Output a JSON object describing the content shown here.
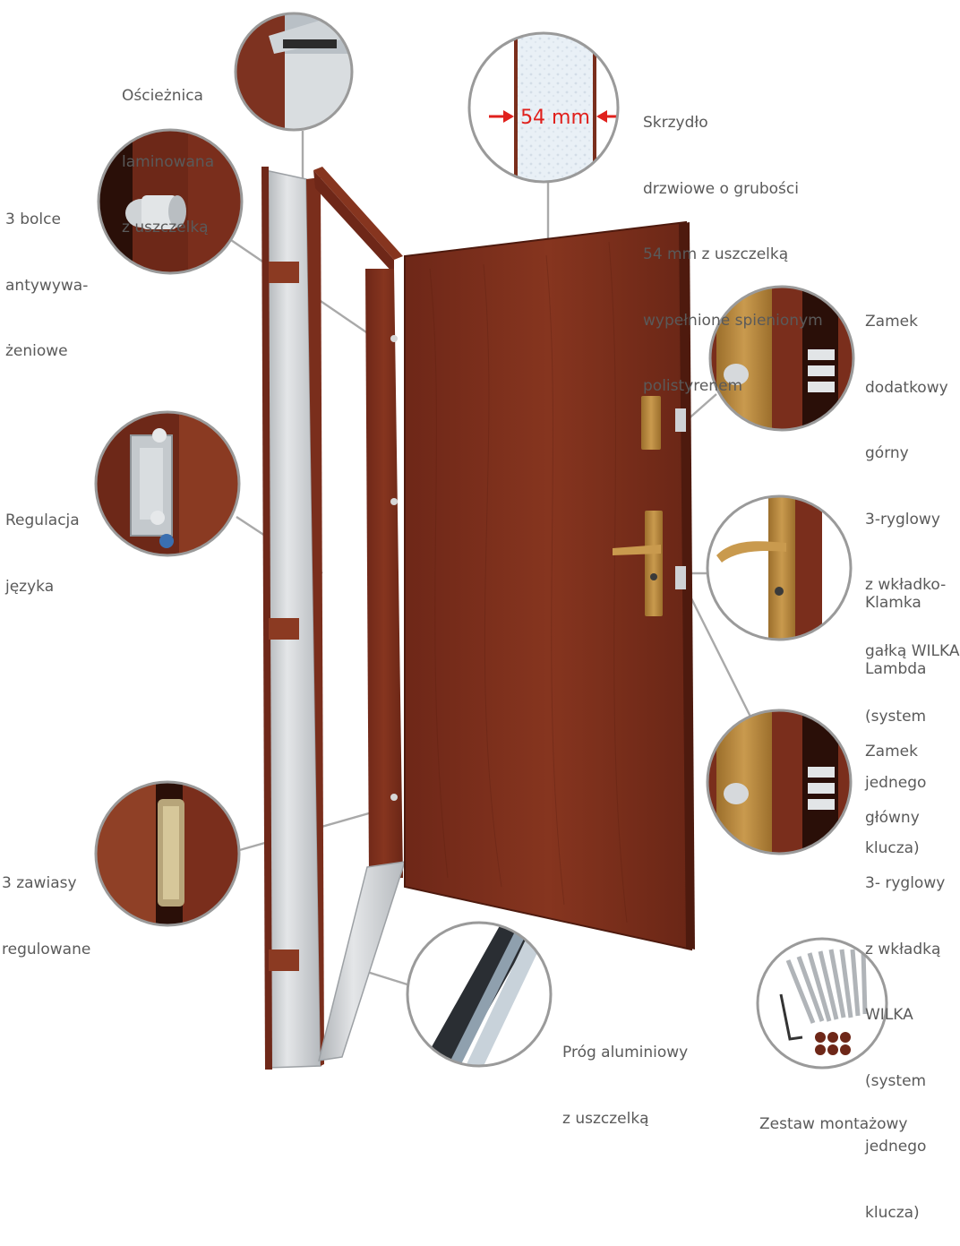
{
  "labels": {
    "frame": [
      "Ościeżnica",
      "laminowana",
      "z uszczelką"
    ],
    "bolts": [
      "3 bolce",
      "antywywa-",
      "żeniowe"
    ],
    "leaf": [
      "Skrzydło",
      "drzwiowe o grubości",
      "54 mm z uszczelką",
      "wypełnione spienionym",
      "polistyrenem"
    ],
    "thickness": "54 mm",
    "upper_lock": [
      "Zamek",
      "dodatkowy",
      "górny",
      "3-ryglowy",
      "z wkładko-",
      "gałką WILKA",
      "(system",
      "jednego",
      "klucza)"
    ],
    "latch": [
      "Regulacja",
      "języka"
    ],
    "handle": [
      "Klamka",
      "Lambda"
    ],
    "main_lock": [
      "Zamek",
      "główny",
      "3- ryglowy",
      "z wkładką",
      "WILKA",
      "(system",
      "jednego",
      "klucza)"
    ],
    "hinges": [
      "3 zawiasy",
      "regulowane"
    ],
    "threshold": [
      "Próg aluminiowy",
      "z uszczelką"
    ],
    "kit": [
      "Zestaw montażowy"
    ]
  },
  "colors": {
    "wood": "#7a2e1c",
    "wood_dark": "#4e1a0e",
    "steel": "#c9ccd0",
    "gold": "#b8893e",
    "callout_ring": "#9a9a9a",
    "label_text": "#5a5a5a",
    "measure_red": "#e0201c"
  }
}
